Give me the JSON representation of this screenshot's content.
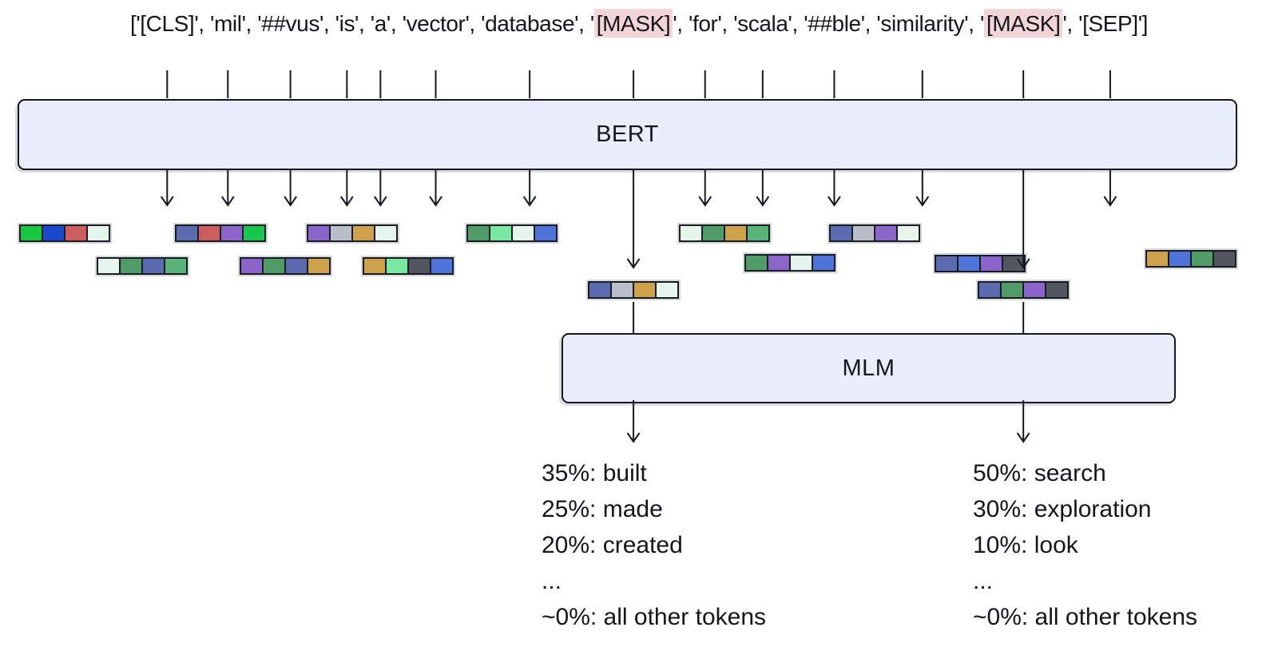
{
  "figure": {
    "input_sequence": {
      "open_bracket": "[",
      "close_bracket": "]",
      "separator": ", ",
      "quote": "'",
      "tokens": [
        {
          "text": "[CLS]",
          "masked": false
        },
        {
          "text": "mil",
          "masked": false
        },
        {
          "text": "##vus",
          "masked": false
        },
        {
          "text": "is",
          "masked": false
        },
        {
          "text": "a",
          "masked": false
        },
        {
          "text": "vector",
          "masked": false
        },
        {
          "text": "database",
          "masked": false
        },
        {
          "text": "[MASK]",
          "masked": true
        },
        {
          "text": "for",
          "masked": false
        },
        {
          "text": "scala",
          "masked": false
        },
        {
          "text": "##ble",
          "masked": false
        },
        {
          "text": "similarity",
          "masked": false
        },
        {
          "text": "[MASK]",
          "masked": true
        },
        {
          "text": "[SEP]",
          "masked": false
        }
      ]
    },
    "bert_box": {
      "label": "BERT"
    },
    "mlm_box": {
      "label": "MLM"
    },
    "embeddings": [
      {
        "token": "[CLS]",
        "colors": [
          "#17c83e",
          "#1b49cd",
          "#cd5c5e",
          "#e6f5ec"
        ]
      },
      {
        "token": "mil",
        "colors": [
          "#e6f5ec",
          "#4f9c66",
          "#5b6bb0",
          "#58b377"
        ]
      },
      {
        "token": "##vus",
        "colors": [
          "#5b6bb0",
          "#cd5c5e",
          "#8a64c9",
          "#17c84e"
        ]
      },
      {
        "token": "is",
        "colors": [
          "#8a64c9",
          "#4f9c66",
          "#5b6bb0",
          "#cda24b"
        ]
      },
      {
        "token": "a",
        "colors": [
          "#8a64c9",
          "#b9bec8",
          "#cda24b",
          "#e6f5ec"
        ]
      },
      {
        "token": "vector",
        "colors": [
          "#cda24b",
          "#79e8a1",
          "#51565f",
          "#4f74d9"
        ]
      },
      {
        "token": "database",
        "colors": [
          "#4f9c66",
          "#79e8a1",
          "#e6f5ec",
          "#4f74d9"
        ]
      },
      {
        "token": "[MASK]",
        "colors": [
          "#5b6bb0",
          "#b9bec8",
          "#cda24b",
          "#e6f5ec"
        ]
      },
      {
        "token": "for",
        "colors": [
          "#e6f5ec",
          "#4f9c66",
          "#cda24b",
          "#58b377"
        ]
      },
      {
        "token": "scala",
        "colors": [
          "#4f9c66",
          "#8a64c9",
          "#e6f5ec",
          "#4f74d9"
        ]
      },
      {
        "token": "##ble",
        "colors": [
          "#5b6bb0",
          "#b9bec8",
          "#8a64c9",
          "#e6f5ec"
        ]
      },
      {
        "token": "similarity",
        "colors": [
          "#5b6bb0",
          "#4f74d9",
          "#8a64c9",
          "#51565f"
        ]
      },
      {
        "token": "[MASK]",
        "colors": [
          "#5b6bb0",
          "#4f9c66",
          "#8a64c9",
          "#51565f"
        ]
      },
      {
        "token": "[SEP]",
        "colors": [
          "#cda24b",
          "#4f74d9",
          "#4f9c66",
          "#51565f"
        ]
      }
    ],
    "mask_predictions": [
      {
        "lines": [
          "35%: built",
          "25%: made",
          "20%: created",
          "...",
          "~0%: all other tokens"
        ]
      },
      {
        "lines": [
          "50%: search",
          "30%: exploration",
          "10%: look",
          "...",
          "~0%: all other tokens"
        ]
      }
    ],
    "colors": {
      "mask_highlight": "#f3d5d7",
      "box_fill": "#e9eefa",
      "box_border": "#15181e",
      "line": "#15181e"
    }
  }
}
